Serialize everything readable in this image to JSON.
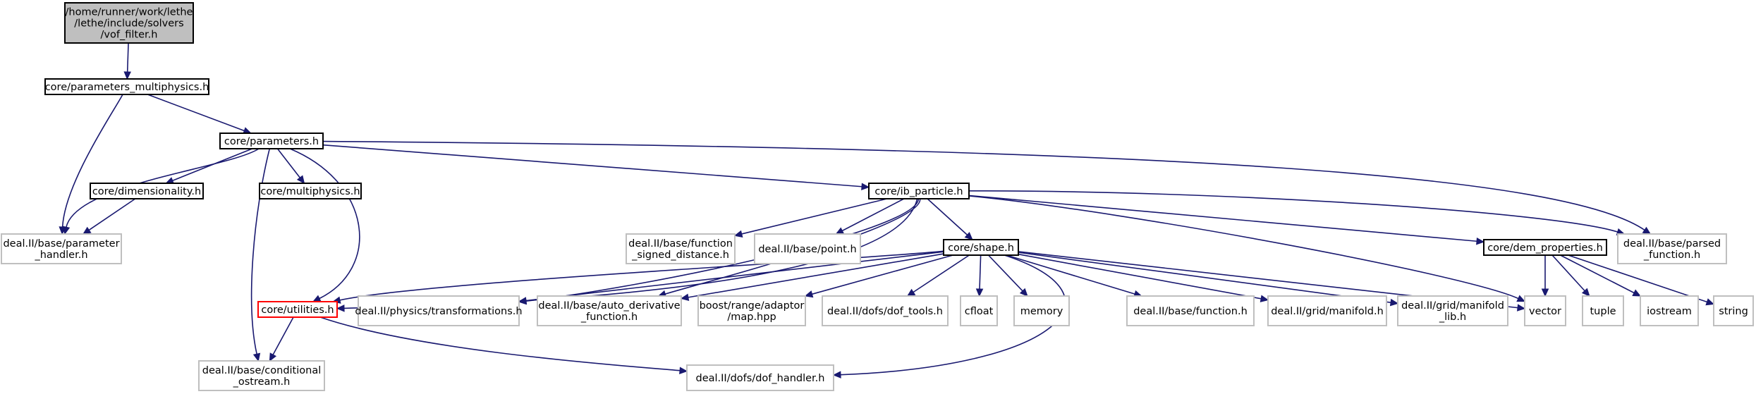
{
  "graph": {
    "nodes": {
      "n0": {
        "lines": [
          "/home/runner/work/lethe",
          "/lethe/include/solvers",
          "/vof_filter.h"
        ],
        "kind": "root"
      },
      "n1": {
        "lines": [
          "core/parameters_multiphysics.h"
        ],
        "kind": "project"
      },
      "n2": {
        "lines": [
          "core/parameters.h"
        ],
        "kind": "project"
      },
      "n3": {
        "lines": [
          "deal.II/base/parameter",
          "_handler.h"
        ],
        "kind": "system"
      },
      "n4": {
        "lines": [
          "core/dimensionality.h"
        ],
        "kind": "project"
      },
      "n5": {
        "lines": [
          "core/multiphysics.h"
        ],
        "kind": "project"
      },
      "n6": {
        "lines": [
          "core/ib_particle.h"
        ],
        "kind": "project"
      },
      "n7": {
        "lines": [
          "deal.II/base/parsed",
          "_function.h"
        ],
        "kind": "system"
      },
      "n8": {
        "lines": [
          "deal.II/base/function",
          "_signed_distance.h"
        ],
        "kind": "system"
      },
      "n9": {
        "lines": [
          "deal.II/base/point.h"
        ],
        "kind": "system"
      },
      "n10": {
        "lines": [
          "core/shape.h"
        ],
        "kind": "project"
      },
      "n11": {
        "lines": [
          "core/dem_properties.h"
        ],
        "kind": "project"
      },
      "n12": {
        "lines": [
          "core/utilities.h"
        ],
        "kind": "highlight"
      },
      "n13": {
        "lines": [
          "deal.II/physics/transformations.h"
        ],
        "kind": "system"
      },
      "n14": {
        "lines": [
          "deal.II/base/auto_derivative",
          "_function.h"
        ],
        "kind": "system"
      },
      "n15": {
        "lines": [
          "boost/range/adaptor",
          "/map.hpp"
        ],
        "kind": "system"
      },
      "n16": {
        "lines": [
          "deal.II/dofs/dof_tools.h"
        ],
        "kind": "system"
      },
      "n17": {
        "lines": [
          "cfloat"
        ],
        "kind": "system"
      },
      "n18": {
        "lines": [
          "memory"
        ],
        "kind": "system"
      },
      "n19": {
        "lines": [
          "deal.II/base/function.h"
        ],
        "kind": "system"
      },
      "n20": {
        "lines": [
          "deal.II/grid/manifold.h"
        ],
        "kind": "system"
      },
      "n21": {
        "lines": [
          "deal.II/grid/manifold",
          "_lib.h"
        ],
        "kind": "system"
      },
      "n22": {
        "lines": [
          "vector"
        ],
        "kind": "system"
      },
      "n23": {
        "lines": [
          "tuple"
        ],
        "kind": "system"
      },
      "n24": {
        "lines": [
          "iostream"
        ],
        "kind": "system"
      },
      "n25": {
        "lines": [
          "string"
        ],
        "kind": "system"
      },
      "n26": {
        "lines": [
          "deal.II/base/conditional",
          "_ostream.h"
        ],
        "kind": "system"
      },
      "n27": {
        "lines": [
          "deal.II/dofs/dof_handler.h"
        ],
        "kind": "system"
      }
    },
    "edges": [
      [
        "n0",
        "n1"
      ],
      [
        "n1",
        "n2"
      ],
      [
        "n1",
        "n3"
      ],
      [
        "n2",
        "n3"
      ],
      [
        "n2",
        "n4"
      ],
      [
        "n2",
        "n5"
      ],
      [
        "n2",
        "n6"
      ],
      [
        "n2",
        "n7"
      ],
      [
        "n2",
        "n12"
      ],
      [
        "n2",
        "n26"
      ],
      [
        "n4",
        "n3"
      ],
      [
        "n6",
        "n7"
      ],
      [
        "n6",
        "n8"
      ],
      [
        "n6",
        "n9"
      ],
      [
        "n6",
        "n10"
      ],
      [
        "n6",
        "n11"
      ],
      [
        "n6",
        "n12"
      ],
      [
        "n6",
        "n13"
      ],
      [
        "n6",
        "n14"
      ],
      [
        "n6",
        "n22"
      ],
      [
        "n10",
        "n12"
      ],
      [
        "n10",
        "n13"
      ],
      [
        "n10",
        "n14"
      ],
      [
        "n10",
        "n15"
      ],
      [
        "n10",
        "n16"
      ],
      [
        "n10",
        "n17"
      ],
      [
        "n10",
        "n18"
      ],
      [
        "n10",
        "n19"
      ],
      [
        "n10",
        "n20"
      ],
      [
        "n10",
        "n21"
      ],
      [
        "n10",
        "n22"
      ],
      [
        "n10",
        "n27"
      ],
      [
        "n11",
        "n22"
      ],
      [
        "n11",
        "n23"
      ],
      [
        "n11",
        "n24"
      ],
      [
        "n11",
        "n25"
      ],
      [
        "n12",
        "n26"
      ],
      [
        "n12",
        "n27"
      ]
    ]
  }
}
